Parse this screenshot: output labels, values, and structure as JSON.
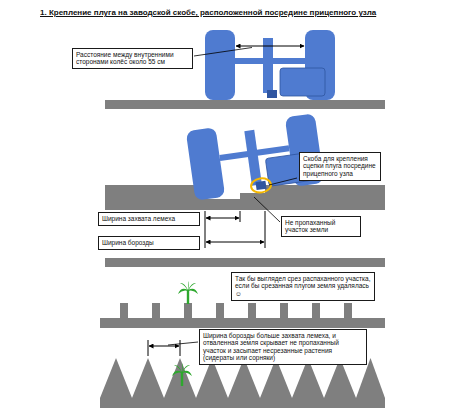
{
  "diagram": {
    "title": "1. Крепление плуга на заводской скобе, расположенной посредине прицепного узла",
    "nodes": [
      {
        "text": [
          "Расстояние между внутренними сторонами колёс около 55 см"
        ]
      },
      {
        "text": [
          "Скоба для крепления сцепки плуга посредине прицепного узла"
        ]
      },
      {
        "text": [
          "Ширина захвата лемеха"
        ]
      },
      {
        "text": [
          "Ширина борозды"
        ]
      },
      {
        "text": [
          "Не пропаханный участок земли"
        ]
      },
      {
        "text": [
          "Так бы выглядел срез распаханного участка, если бы срезанная плугом земля удалялась ☺"
        ]
      },
      {
        "text": [
          "Ширина борозды больше захвата лемеха, и отваленная земля скрывает не пропаханный участок и засыпает несрезанные растения (сидераты или сорняки)"
        ]
      }
    ]
  }
}
